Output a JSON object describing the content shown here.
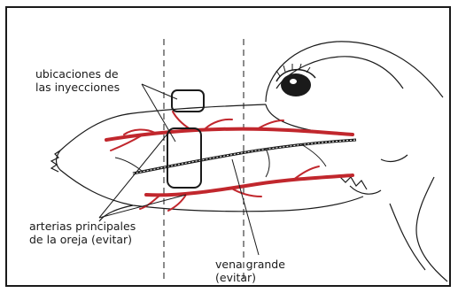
{
  "labels": {
    "injection_sites": [
      "ubicaciones de",
      "las inyecciones"
    ],
    "main_arteries": [
      "arterias principales",
      "de la oreja (evitar)"
    ],
    "large_vein": [
      "vena grande",
      "(evitar)"
    ]
  },
  "colors": {
    "artery": "#c1272d",
    "outline": "#1a1a1a",
    "frame": "#1a1a1a",
    "background": "#ffffff"
  },
  "icons": [
    "rabbit-ear-illustration",
    "rabbit-eye-icon"
  ]
}
